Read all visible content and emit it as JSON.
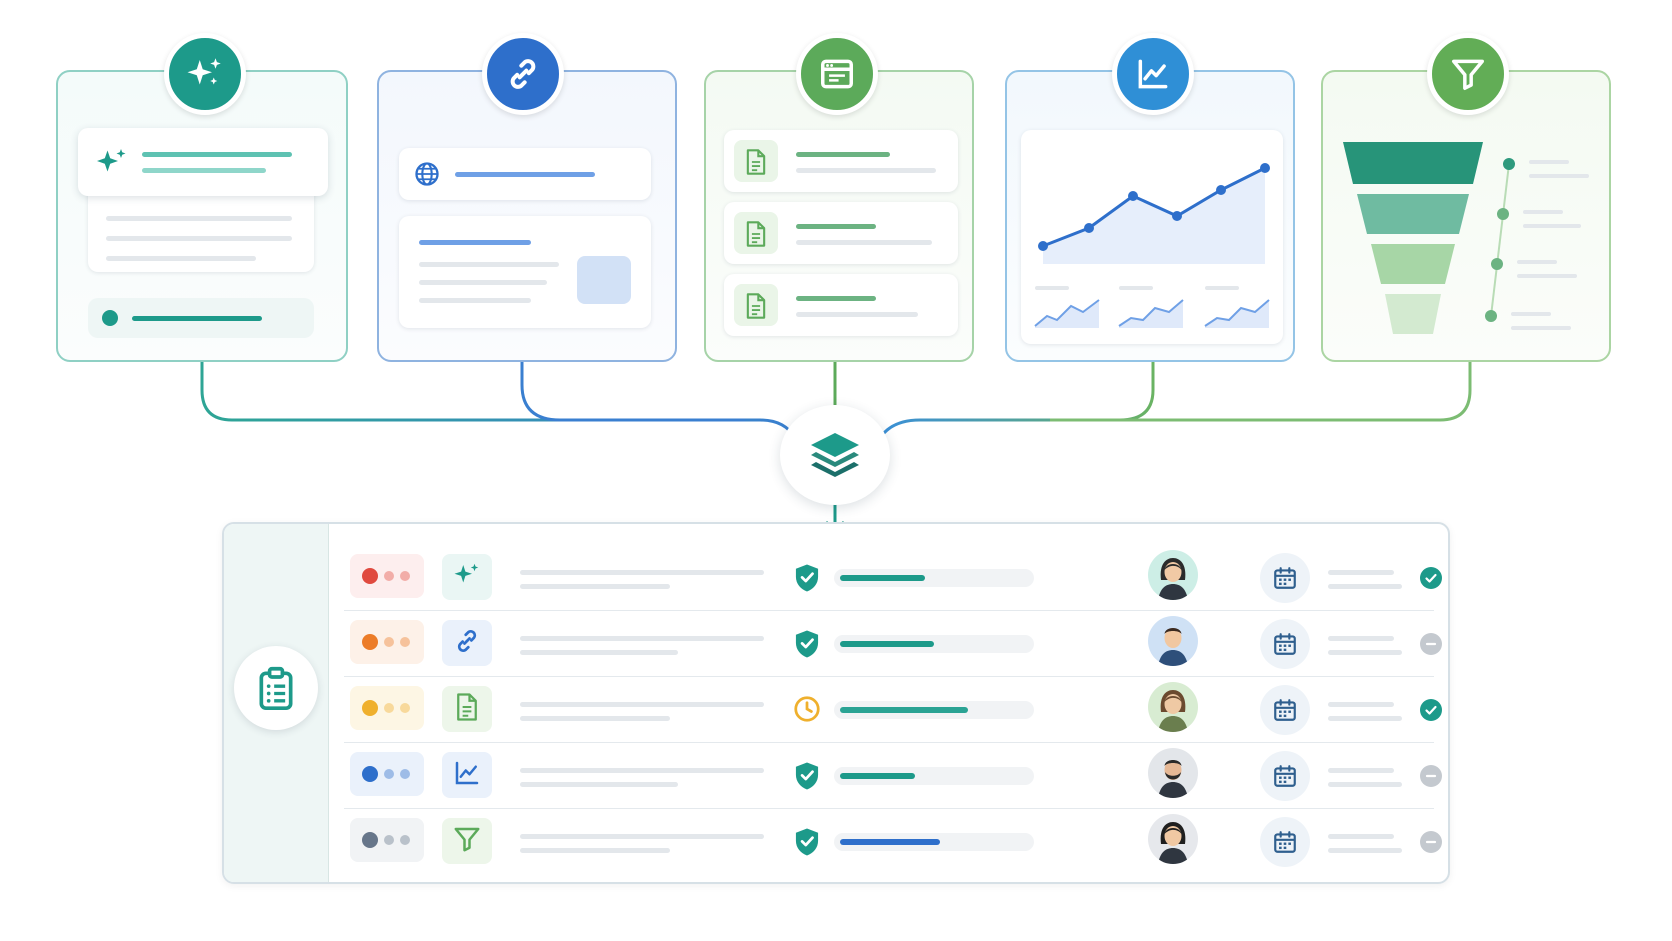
{
  "colors": {
    "teal": "#1d9a8a",
    "blue": "#2e6fcb",
    "green": "#5caa5a",
    "sky": "#2f8fd6",
    "lime": "#62ad56",
    "red": "#e04a3f",
    "orange": "#ec7c28",
    "amber": "#efb02d",
    "gray": "#67768a"
  },
  "source_cards": [
    {
      "kind": "ai",
      "icon": "sparkle-icon",
      "accent": "#1d9a8a"
    },
    {
      "kind": "web-link",
      "icon": "link-icon",
      "accent": "#2e6fcb"
    },
    {
      "kind": "browser",
      "icon": "browser-window-icon",
      "accent": "#5caa5a"
    },
    {
      "kind": "analytics",
      "icon": "line-chart-icon",
      "accent": "#2f8fd6"
    },
    {
      "kind": "funnel",
      "icon": "funnel-icon",
      "accent": "#62ad56"
    }
  ],
  "hub": {
    "icon": "layers-icon"
  },
  "table": {
    "side_icon": "clipboard-checklist-icon",
    "rows": [
      {
        "dot_color": "#e04a3f",
        "source_icon": "sparkle-icon",
        "state_icon": "shield-check-icon",
        "progress": 0.45,
        "avatar": "avatar-woman-1",
        "status": "done"
      },
      {
        "dot_color": "#ec7c28",
        "source_icon": "link-icon",
        "state_icon": "shield-check-icon",
        "progress": 0.5,
        "avatar": "avatar-man-1",
        "status": "pending"
      },
      {
        "dot_color": "#efb02d",
        "source_icon": "document-icon",
        "state_icon": "clock-icon",
        "progress": 0.68,
        "avatar": "avatar-woman-2",
        "status": "done"
      },
      {
        "dot_color": "#2e6fcb",
        "source_icon": "line-chart-icon",
        "state_icon": "shield-check-icon",
        "progress": 0.4,
        "avatar": "avatar-man-2",
        "status": "pending"
      },
      {
        "dot_color": "#67768a",
        "source_icon": "funnel-icon",
        "state_icon": "shield-check-icon",
        "progress": 0.53,
        "avatar": "avatar-woman-3",
        "status": "pending"
      }
    ]
  }
}
